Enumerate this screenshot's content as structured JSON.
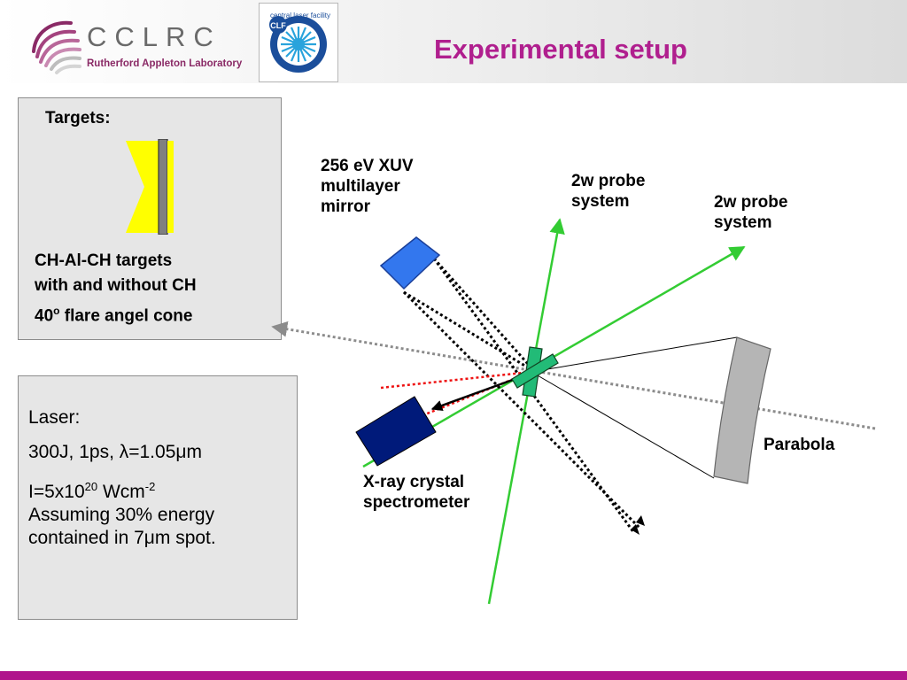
{
  "header": {
    "logo_text": "CCLRC",
    "logo_subtitle": "Rutherford Appleton Laboratory",
    "clf_logo_text": "central laser facility",
    "clf_logo_abbr": "CLF",
    "title": "Experimental setup"
  },
  "targets_panel": {
    "title": "Targets:",
    "desc_lines": [
      "CH-Al-CH targets",
      "with and without CH",
      "40",
      "o",
      " flare angel cone"
    ]
  },
  "laser_panel": {
    "line1": "Laser:",
    "line2": "300J, 1ps, λ=1.05μm",
    "line3_base": "I=5x10",
    "line3_exp": "20",
    "line3_unit": " Wcm",
    "line3_unit_exp": "-2",
    "line4": "Assuming 30% energy",
    "line5": "contained in 7μm spot."
  },
  "labels": {
    "xuv_mirror": [
      "256 eV XUV",
      "multilayer",
      "mirror"
    ],
    "probe1": [
      "2w probe",
      "system"
    ],
    "probe2": [
      "2w probe",
      "system"
    ],
    "parabola": "Parabola",
    "spectrometer": [
      "X-ray crystal",
      "spectrometer"
    ]
  },
  "colors": {
    "title": "#b01f8e",
    "footer": "#b0148c",
    "probe_beam": "#33cc33",
    "target": "#22bb77",
    "mirror": "#3377ee",
    "spectrometer": "#001a7a",
    "parabola": "#b5b5b5",
    "red_dotted": "#ee1111",
    "gray_dotted": "#8c8c8c"
  }
}
